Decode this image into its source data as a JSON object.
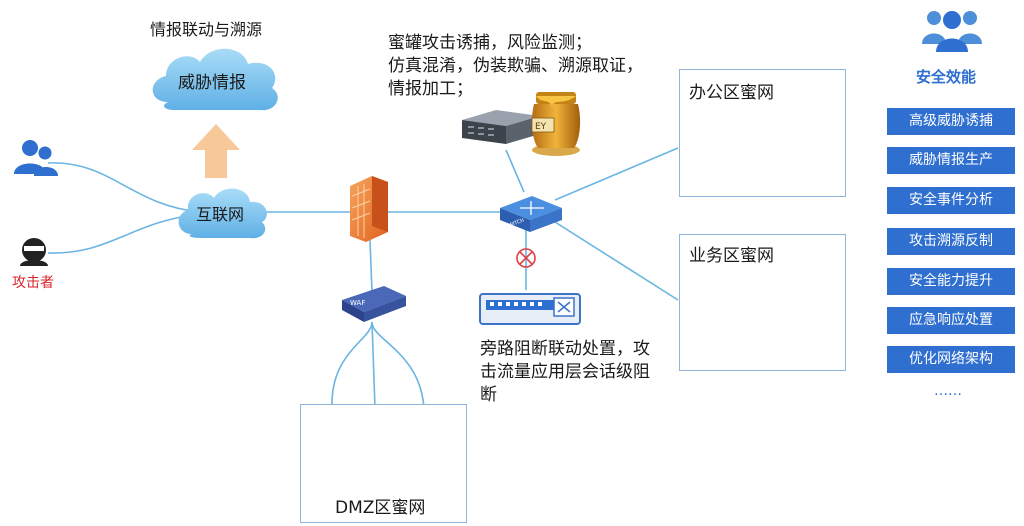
{
  "threat_intel": {
    "caption": "情报联动与溯源",
    "cloud_label": "威胁情报"
  },
  "internet": {
    "label": "互联网"
  },
  "attacker": {
    "label": "攻击者"
  },
  "honeypot": {
    "description_lines": [
      "蜜罐攻击诱捕，风险监测；",
      "仿真混淆，伪装欺骗、溯源取证，",
      "情报加工；"
    ],
    "jar_label": "EY"
  },
  "bypass": {
    "description_lines": [
      "旁路阻断联动处置，攻",
      "击流量应用层会话级阻",
      "断"
    ]
  },
  "waf": {
    "label": "WAF"
  },
  "switch": {
    "label": "SWITCH"
  },
  "zones": {
    "office": {
      "title": "办公区蜜网"
    },
    "business": {
      "title": "业务区蜜网"
    },
    "dmz": {
      "title": "DMZ区蜜网"
    }
  },
  "effectiveness": {
    "title": "安全效能",
    "items": [
      "高级威胁诱捕",
      "威胁情报生产",
      "安全事件分析",
      "攻击溯源反制",
      "安全能力提升",
      "应急响应处置",
      "优化网络架构"
    ],
    "more": "……"
  },
  "colors": {
    "accent_blue": "#2f6fd0",
    "cloud_blue": "#7ec3ee",
    "link_blue": "#5aaee0",
    "beige": "#f7d9a6",
    "firewall_orange": "#f28a3c",
    "block_red": "#e04040",
    "attacker_red": "#d6262b"
  }
}
